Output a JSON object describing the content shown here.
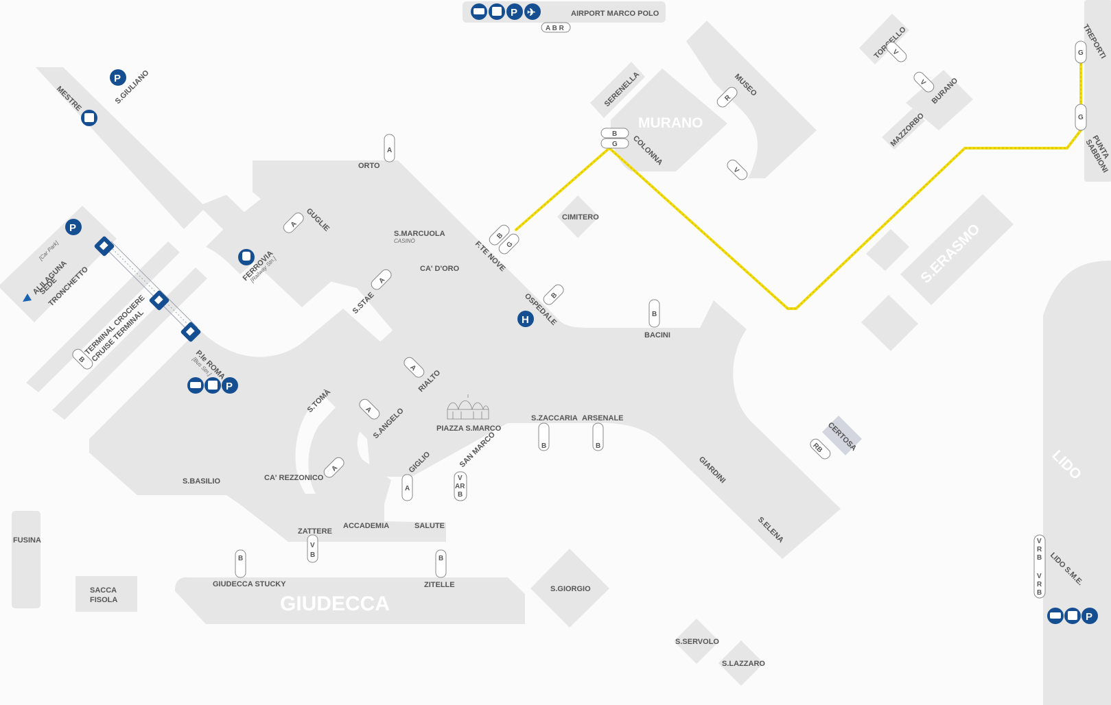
{
  "brand": {
    "name": "ALILAGUNA",
    "sub": "SEDE",
    "color": "#164f91"
  },
  "colors": {
    "land": "#e6e6e6",
    "water": "#fbfbfb",
    "icons": "#164f91",
    "line_yellow": "#f2dc12"
  },
  "islands": {
    "murano": "MURANO",
    "giudecca": "GIUDECCA",
    "serasmo": "S.ERASMO",
    "lido": "LIDO"
  },
  "places": {
    "airport": "AIRPORT MARCO POLO",
    "airport_lines": "A B R",
    "mestre": "MESTRE",
    "sgiuliano": "S.GIULIANO",
    "tronchetto": "TRONCHETTO",
    "car_park": "[Car Park]",
    "terminal1": "TERMINAL CROCIERE",
    "terminal2": "CRUISE TERMINAL",
    "ferrovia": "FERROVIA",
    "ferrovia_sub": "[Railway Stn.]",
    "pleroma": "P.le ROMA",
    "pleroma_sub": "[Bus Stn.]",
    "orto": "ORTO",
    "guglie": "GUGLIE",
    "smarcuola": "S.MARCUOLA",
    "casino": "CASINÒ",
    "cadoro": "CA' D'ORO",
    "ftenove": "F.TE NOVE",
    "ospedale": "OSPEDALE",
    "sstae": "S.STAE",
    "rialto": "RIALTO",
    "stoma": "S.TOMÀ",
    "sangelo": "S.ANGELO",
    "piazza": "PIAZZA S.MARCO",
    "szaccaria": "S.ZACCARIA",
    "arsenale": "ARSENALE",
    "sanmarco": "SAN MARCO",
    "giglio": "GIGLIO",
    "cimitero": "CIMITERO",
    "bacini": "BACINI",
    "serenella": "SERENELLA",
    "museo": "MUSEO",
    "colonna": "COLONNA",
    "torcello": "TORCELLO",
    "burano": "BURANO",
    "mazzorbo": "MAZZORBO",
    "treporti": "TREPORTI",
    "punta1": "PUNTA",
    "punta2": "SABBIONI",
    "certosa": "CERTOSA",
    "giardini": "GIARDINI",
    "selena": "S.ELENA",
    "sbasilio": "S.BASILIO",
    "carezzonico": "CA' REZZONICO",
    "zattere": "ZATTERE",
    "accademia": "ACCADEMIA",
    "salute": "SALUTE",
    "fusina": "FUSINA",
    "sacca1": "SACCA",
    "sacca2": "FISOLA",
    "giudeccastucky": "GIUDECCA STUCKY",
    "zitelle": "ZITELLE",
    "sgiorgio": "S.GIORGIO",
    "sservolo": "S.SERVOLO",
    "slazzaro": "S.LAZZARO",
    "lidosme": "LIDO S.M.E."
  },
  "lines": {
    "a": "A",
    "b": "B",
    "g": "G",
    "r": "R",
    "v": "V",
    "vb": "VB",
    "var": "V",
    "var2": "AR",
    "var3": "B",
    "rb": "RB",
    "lido1": "VRB",
    "lido2": "VRB"
  },
  "icons": {
    "parking": "P",
    "hospital": "H"
  }
}
